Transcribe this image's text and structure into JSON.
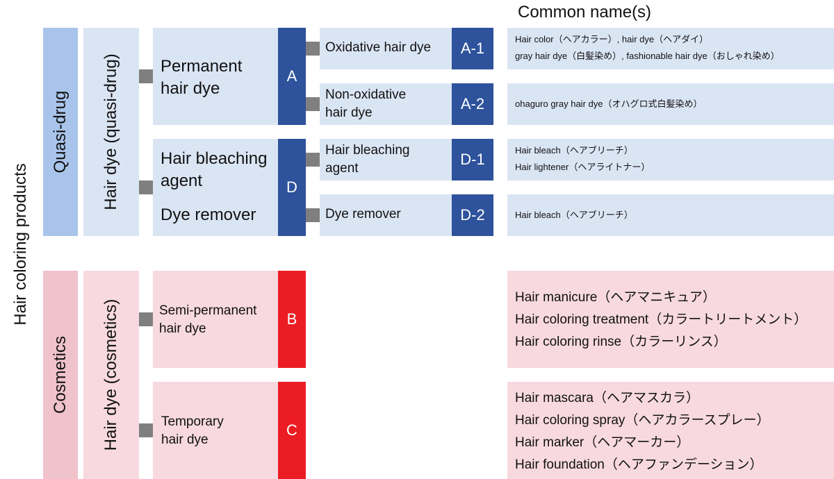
{
  "header": {
    "common_names": "Common name(s)"
  },
  "root": {
    "label": "Hair coloring products"
  },
  "quasi": {
    "category": "Quasi-drug",
    "subcategory": "Hair dye (quasi-drug)",
    "permanent": {
      "label_lines": [
        "Permanent",
        "hair dye"
      ],
      "code": "A",
      "items": [
        {
          "code": "A-1",
          "label_lines": [
            "Oxidative hair dye"
          ],
          "names": [
            "Hair color（ヘアカラー）, hair dye（ヘアダイ）",
            "gray hair dye（白髪染め）, fashionable hair dye（おしゃれ染め）"
          ]
        },
        {
          "code": "A-2",
          "label_lines": [
            "Non-oxidative",
            "hair dye"
          ],
          "names": [
            "ohaguro gray hair dye（オハグロ式白髪染め）"
          ]
        }
      ]
    },
    "bleach": {
      "label_lines": [
        "Hair bleaching",
        "agent"
      ],
      "label_extra": "Dye remover",
      "code": "D",
      "items": [
        {
          "code": "D-1",
          "label_lines": [
            "Hair bleaching",
            "agent"
          ],
          "names": [
            "Hair bleach（ヘアブリーチ）",
            "Hair lightener（ヘアライトナー）"
          ]
        },
        {
          "code": "D-2",
          "label_lines": [
            "Dye remover"
          ],
          "names": [
            "Hair bleach（ヘアブリーチ）"
          ]
        }
      ]
    }
  },
  "cosmetics": {
    "category": "Cosmetics",
    "subcategory": "Hair dye (cosmetics)",
    "semi": {
      "label_lines": [
        "Semi-permanent",
        "hair dye"
      ],
      "code": "B",
      "names": [
        "Hair manicure（ヘアマニキュア）",
        "Hair coloring treatment（カラートリートメント）",
        "Hair coloring rinse（カラーリンス）"
      ]
    },
    "temporary": {
      "label_lines": [
        "Temporary",
        "hair dye"
      ],
      "code": "C",
      "names": [
        "Hair mascara（ヘアマスカラ）",
        "Hair coloring spray（ヘアカラースプレー）",
        "Hair marker（ヘアマーカー）",
        "Hair foundation（ヘアファンデーション）"
      ]
    }
  },
  "colors": {
    "quasi_dark": "#a9c4ea",
    "quasi_light": "#dae5f4",
    "cosmetic_dark": "#f0c2cc",
    "cosmetic_light": "#f7d9df",
    "navy": "#2e529b",
    "red": "#ec1c24",
    "connector": "#7f7f7f"
  }
}
